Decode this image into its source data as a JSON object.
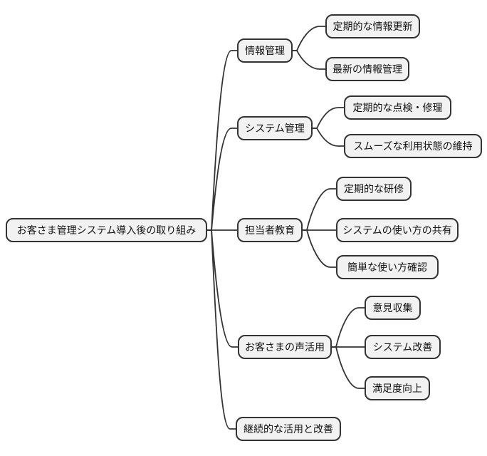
{
  "diagram": {
    "type": "mindmap",
    "orientation": "left-to-right",
    "background_color": "#ffffff",
    "node_fill_color": "#f2f2f2",
    "node_border_color": "#333333",
    "edge_color": "#333333",
    "hierarchy": {
      "root": [
        "b1",
        "b2",
        "b3",
        "b4",
        "b5"
      ],
      "b1": [
        "b1c1",
        "b1c2"
      ],
      "b2": [
        "b2c1",
        "b2c2"
      ],
      "b3": [
        "b3c1",
        "b3c2",
        "b3c3"
      ],
      "b4": [
        "b4c1",
        "b4c2",
        "b4c3"
      ],
      "b5": []
    }
  },
  "nodes": {
    "root": {
      "label": "お客さま管理システム導入後の取り組み"
    },
    "b1": {
      "label": "情報管理"
    },
    "b1c1": {
      "label": "定期的な情報更新"
    },
    "b1c2": {
      "label": "最新の情報管理"
    },
    "b2": {
      "label": "システム管理"
    },
    "b2c1": {
      "label": "定期的な点検・修理"
    },
    "b2c2": {
      "label": "スムーズな利用状態の維持"
    },
    "b3": {
      "label": "担当者教育"
    },
    "b3c1": {
      "label": "定期的な研修"
    },
    "b3c2": {
      "label": "システムの使い方の共有"
    },
    "b3c3": {
      "label": "簡単な使い方確認"
    },
    "b4": {
      "label": "お客さまの声活用"
    },
    "b4c1": {
      "label": "意見収集"
    },
    "b4c2": {
      "label": "システム改善"
    },
    "b4c3": {
      "label": "満足度向上"
    },
    "b5": {
      "label": "継続的な活用と改善"
    }
  }
}
